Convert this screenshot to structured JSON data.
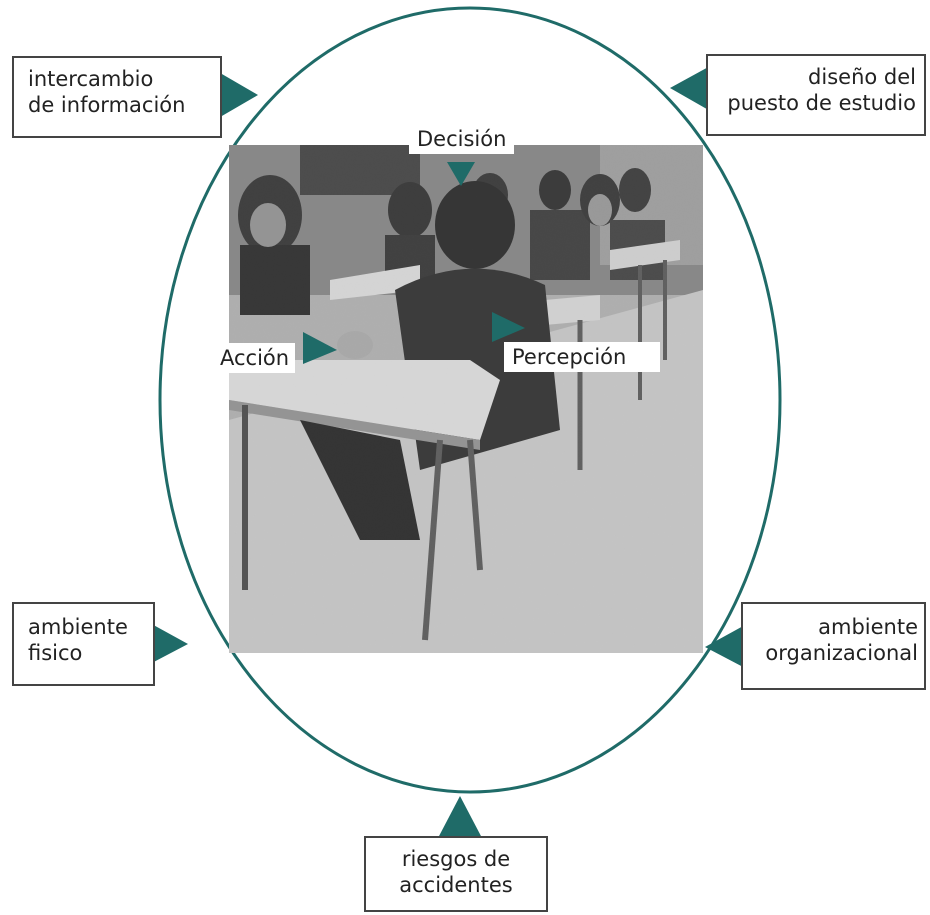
{
  "colors": {
    "accent": "#1f6b68",
    "box_border": "#444444"
  },
  "center_labels": {
    "decision": "Decisión",
    "accion": "Acción",
    "percepcion": "Percepción"
  },
  "outer_factors": {
    "intercambio": [
      "intercambio",
      "de información"
    ],
    "diseno": [
      "diseño del",
      "puesto de estudio"
    ],
    "ambiente_fisico": [
      "ambiente",
      "fisico"
    ],
    "ambiente_organizacional": [
      "ambiente",
      "organizacional"
    ],
    "riesgos": [
      "riesgos de",
      "accidentes"
    ]
  },
  "photo": {
    "description_icon": "classroom-photo"
  }
}
